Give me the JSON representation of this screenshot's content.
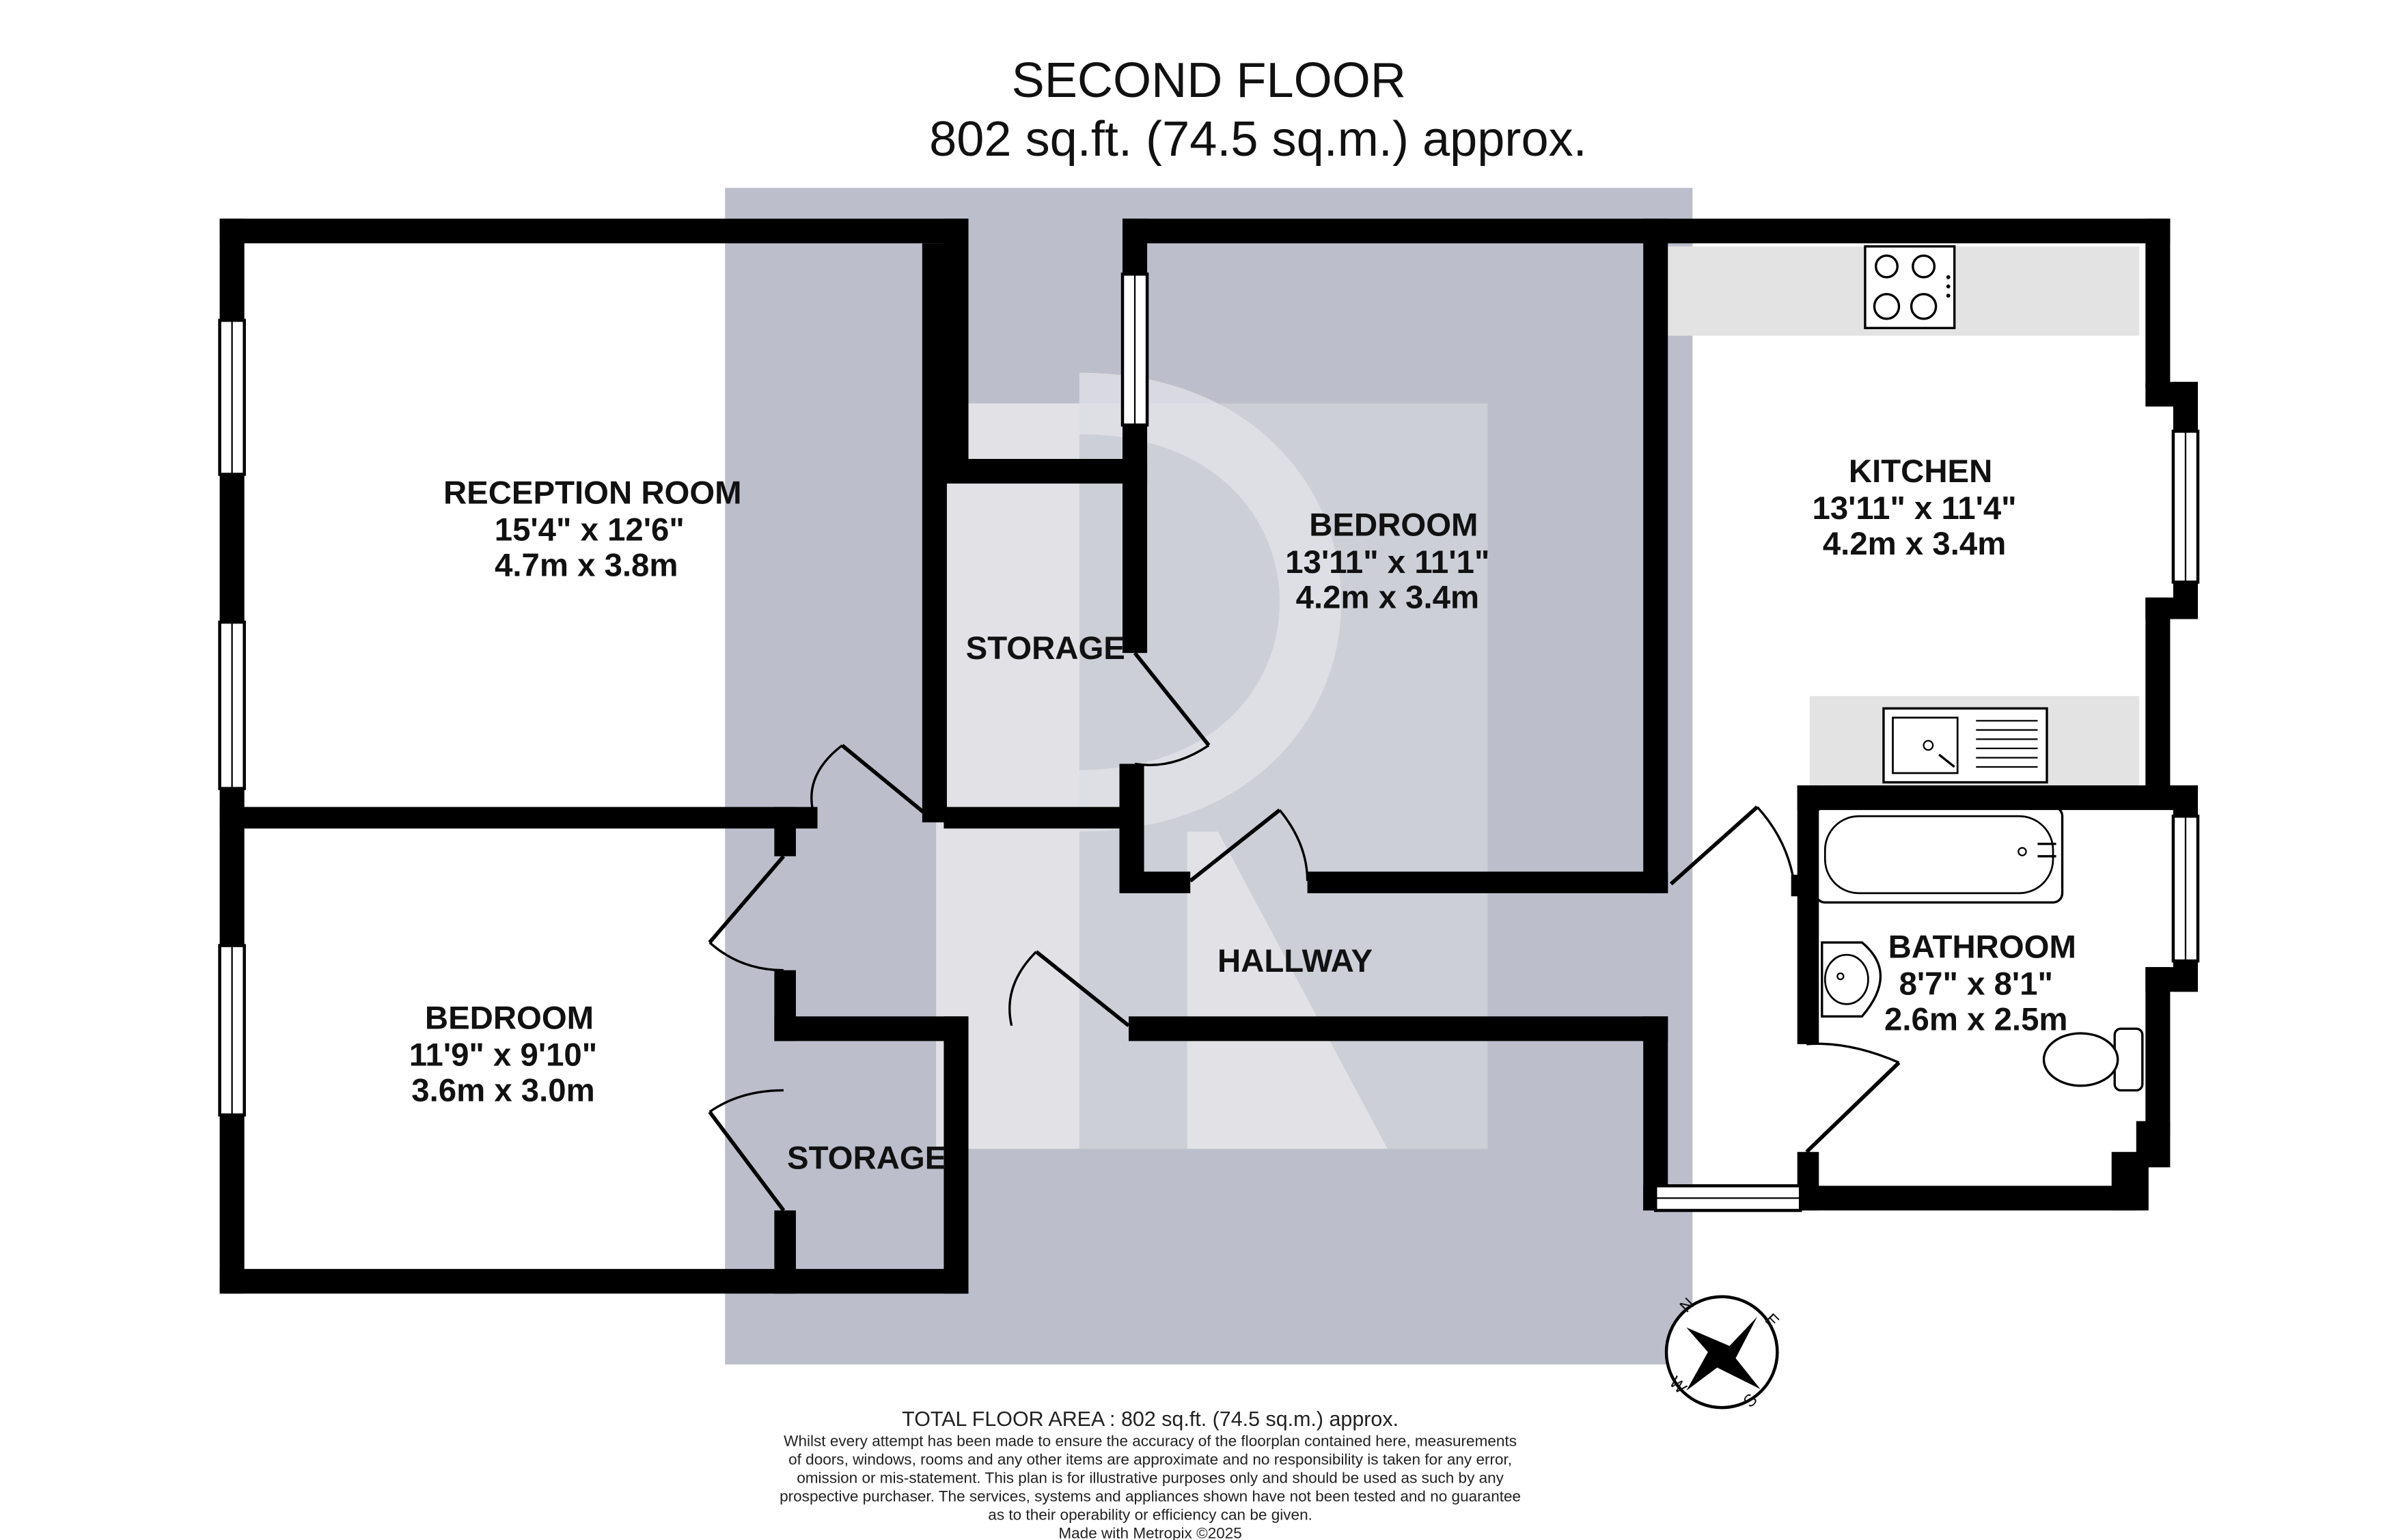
{
  "header": {
    "floor_name": "SECOND FLOOR",
    "area": "802 sq.ft. (74.5 sq.m.) approx."
  },
  "rooms": {
    "reception": {
      "name": "RECEPTION ROOM",
      "imperial": "15'4\"  x 12'6\"",
      "metric": "4.7m  x 3.8m"
    },
    "bedroom_main": {
      "name": "BEDROOM",
      "imperial": "13'11\"  x 11'1\"",
      "metric": "4.2m  x 3.4m"
    },
    "kitchen": {
      "name": "KITCHEN",
      "imperial": "13'11\"  x 11'4\"",
      "metric": "4.2m  x 3.4m"
    },
    "bedroom_second": {
      "name": "BEDROOM",
      "imperial": "11'9\"  x 9'10\"",
      "metric": "3.6m  x 3.0m"
    },
    "bathroom": {
      "name": "BATHROOM",
      "imperial": "8'7\"  x 8'1\"",
      "metric": "2.6m  x 2.5m"
    },
    "storage_upper": {
      "name": "STORAGE"
    },
    "storage_lower": {
      "name": "STORAGE"
    },
    "hallway": {
      "name": "HALLWAY"
    }
  },
  "compass": {
    "n": "N",
    "e": "E",
    "s": "S",
    "w": "W"
  },
  "footer": {
    "total_area": "TOTAL FLOOR AREA : 802 sq.ft. (74.5 sq.m.) approx.",
    "disclaimer_lines": [
      "Whilst every attempt has been made to ensure the accuracy of the floorplan contained here, measurements",
      "of doors, windows, rooms and any other items are approximate and no responsibility is taken for any error,",
      "omission or mis-statement. This plan is for illustrative purposes only and should be used as such by any",
      "prospective purchaser. The services, systems and appliances shown have not been tested and no guarantee",
      "as to their operability or efficiency can be given."
    ],
    "made_with": "Made with Metropix ©2025"
  },
  "colors": {
    "watermark_band": "#bcbfcb",
    "worktop": "#e3e3e3",
    "wall": "#000000",
    "background": "#ffffff"
  }
}
